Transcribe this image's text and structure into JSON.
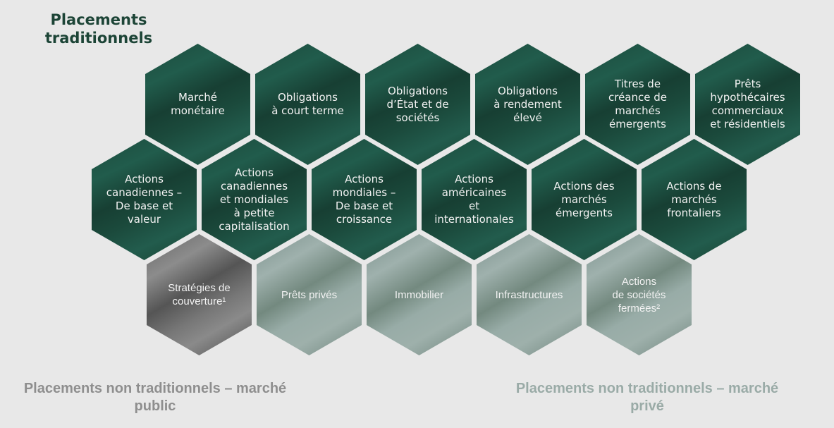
{
  "titles": {
    "traditional": "Placements traditionnels",
    "public": "Placements non traditionnels – marché public",
    "private": "Placements non traditionnels – marché privé"
  },
  "colors": {
    "traditional_green": "#1c4436",
    "public_gray": "#8e8e8e",
    "private_sage": "#9aaba7",
    "background": "#e8e8e8"
  },
  "rows": {
    "row1": [
      {
        "label": "Marché\nmonétaire"
      },
      {
        "label": "Obligations\nà court terme"
      },
      {
        "label": "Obligations\nd’État et de\nsociétés"
      },
      {
        "label": "Obligations\nà rendement\nélevé"
      },
      {
        "label": "Titres de\ncréance de\nmarchés\némergents"
      },
      {
        "label": "Prêts\nhypothécaires\ncommerciaux\net résidentiels"
      }
    ],
    "row2": [
      {
        "label": "Actions\ncanadiennes –\nDe base et\nvaleur"
      },
      {
        "label": "Actions\ncanadiennes\net mondiales\nà petite\ncapitalisation"
      },
      {
        "label": "Actions\nmondiales –\nDe base et\ncroissance"
      },
      {
        "label": "Actions\naméricaines\net\ninternationales"
      },
      {
        "label": "Actions des\nmarchés\némergents"
      },
      {
        "label": "Actions de\nmarchés\nfrontaliers"
      }
    ],
    "row3": [
      {
        "label": "Stratégies de\ncouverture¹"
      },
      {
        "label": "Prêts privés"
      },
      {
        "label": "Immobilier"
      },
      {
        "label": "Infrastructures"
      },
      {
        "label": "Actions\nde sociétés\nfermées²"
      }
    ]
  }
}
